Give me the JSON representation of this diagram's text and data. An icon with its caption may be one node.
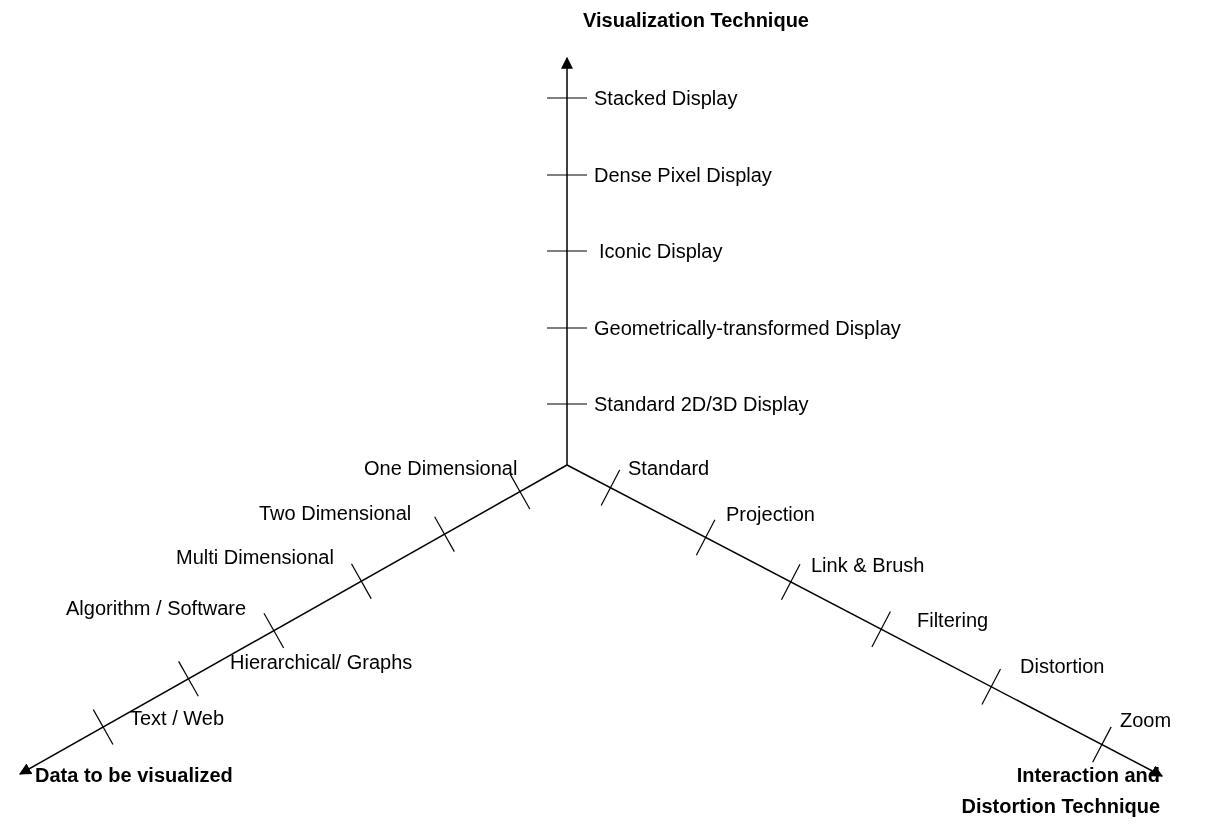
{
  "diagram": {
    "labels": [
      "Visualization Technique",
      "Stacked Display",
      "Dense Pixel Display",
      "Iconic Display",
      "Geometrically-transformed Display",
      "Standard 2D/3D Display",
      "One Dimensional",
      "Standard",
      "Two Dimensional",
      "Projection",
      "Multi Dimensional",
      "Link & Brush",
      "Algorithm / Software",
      "Filtering",
      "Hierarchical/ Graphs",
      "Distortion",
      "Text / Web",
      "Zoom",
      "Data to be visualized",
      "Interaction and Distortion Technique"
    ]
  }
}
